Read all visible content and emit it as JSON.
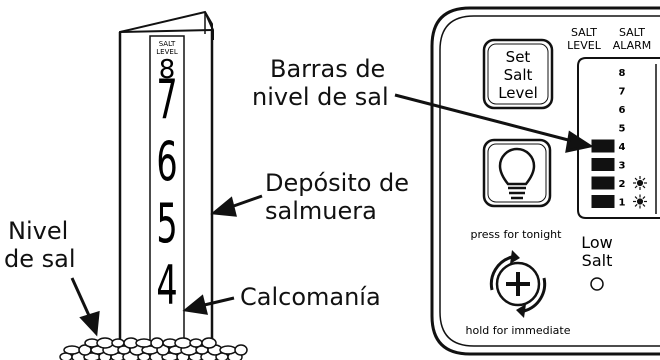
{
  "tank": {
    "decal_header_line1": "SALT",
    "decal_header_line2": "LEVEL",
    "decal_numbers": [
      "8",
      "7",
      "6",
      "5",
      "4"
    ]
  },
  "labels": {
    "barras_line1": "Barras de",
    "barras_line2": "nivel de sal",
    "deposito_line1": "Depósito de",
    "deposito_line2": "salmuera",
    "nivel_line1": "Nivel",
    "nivel_line2": "de sal",
    "calcomania": "Calcomanía"
  },
  "panel": {
    "set_salt_level_button": [
      "Set",
      "Salt",
      "Level"
    ],
    "header_salt_level": [
      "SALT",
      "LEVEL"
    ],
    "header_salt_alarm": [
      "SALT",
      "ALARM"
    ],
    "levels": [
      "8",
      "7",
      "6",
      "5",
      "4",
      "3",
      "2",
      "1"
    ],
    "filled_bars": 4,
    "alarm_levels": [
      "2",
      "1"
    ],
    "press_text": "press for tonight",
    "hold_text": "hold for immediate",
    "low_salt": [
      "Low",
      "Salt"
    ],
    "icons": [
      "lightbulb-icon",
      "regen-plus-icon",
      "sun-icon",
      "led-indicator"
    ]
  }
}
